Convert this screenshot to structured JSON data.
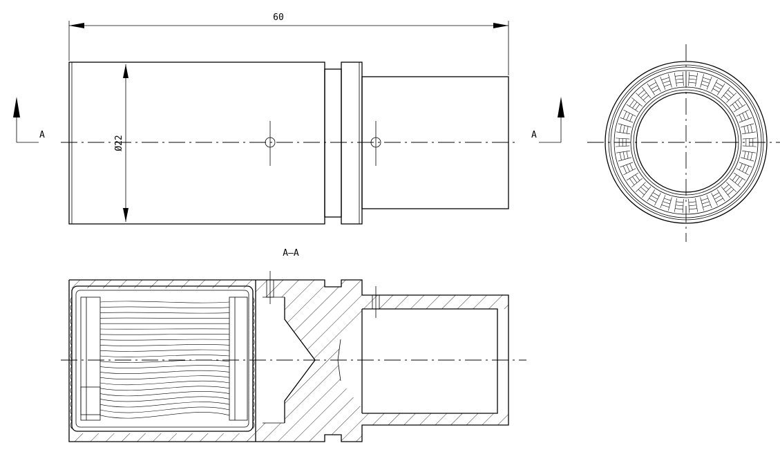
{
  "colors": {
    "line": "#000000",
    "background": "#ffffff"
  },
  "dimensions": {
    "overall_length": "60",
    "diameter": "Ø22"
  },
  "section": {
    "left_marker": "A",
    "right_marker": "A",
    "title": "A—A"
  },
  "icons": {
    "section_arrow": "section-arrow-icon"
  }
}
